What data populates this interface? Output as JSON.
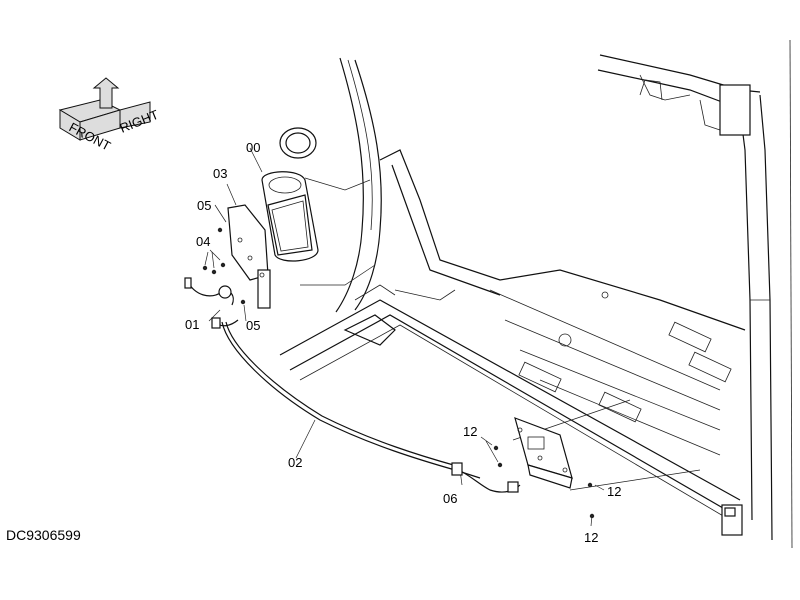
{
  "drawing_code": "DC9306599",
  "orientation_symbol": {
    "front": "FRONT",
    "right": "RIGHT"
  },
  "callouts": [
    {
      "id": "c-00",
      "text": "00"
    },
    {
      "id": "c-03",
      "text": "03"
    },
    {
      "id": "c-05a",
      "text": "05"
    },
    {
      "id": "c-04",
      "text": "04"
    },
    {
      "id": "c-01",
      "text": "01"
    },
    {
      "id": "c-05b",
      "text": "05"
    },
    {
      "id": "c-02",
      "text": "02"
    },
    {
      "id": "c-12a",
      "text": "12"
    },
    {
      "id": "c-06",
      "text": "06"
    },
    {
      "id": "c-12b",
      "text": "12"
    },
    {
      "id": "c-12c",
      "text": "12"
    }
  ]
}
